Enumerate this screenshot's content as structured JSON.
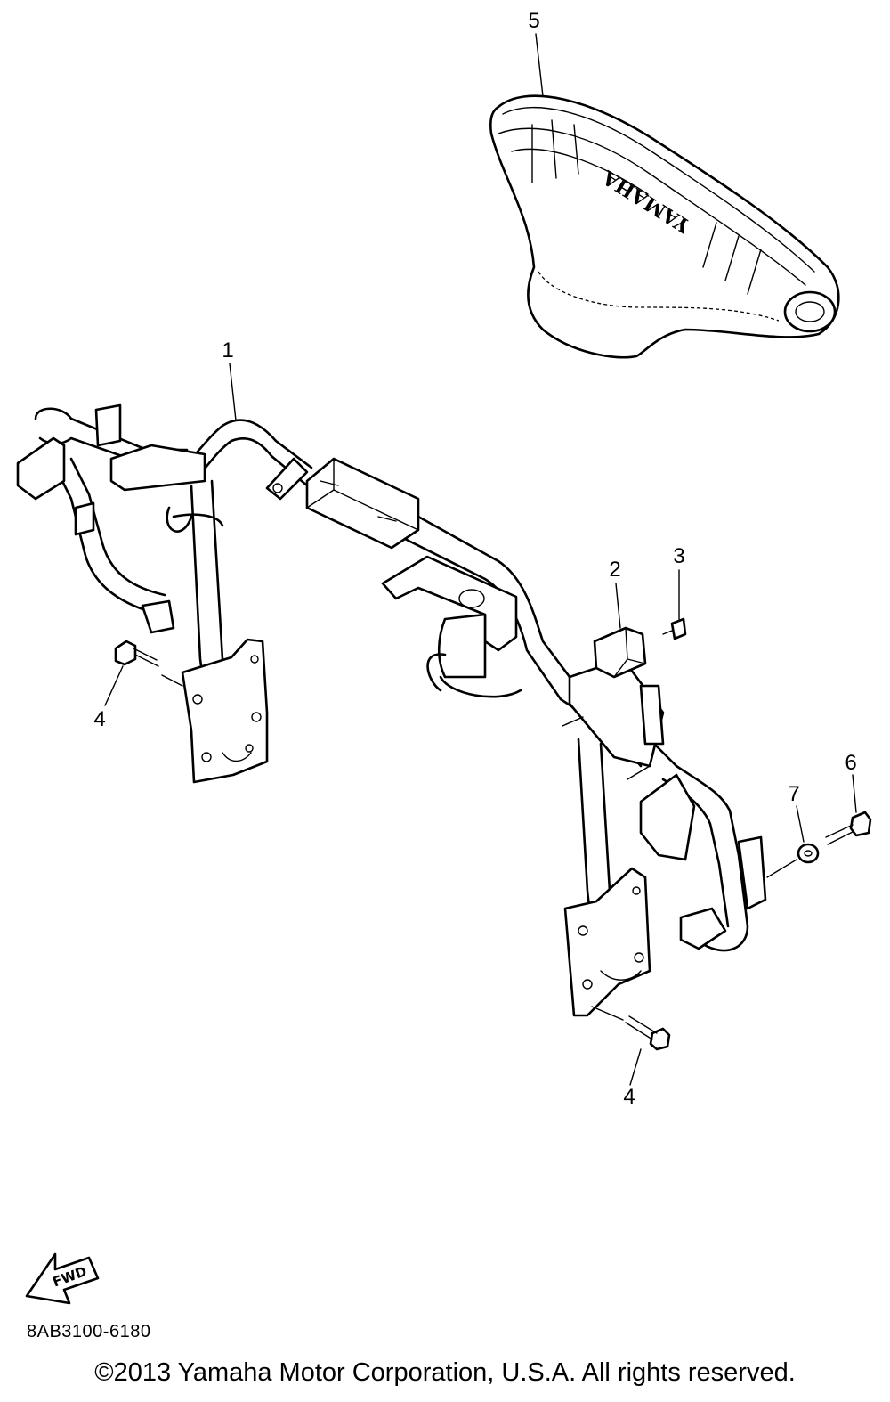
{
  "diagram": {
    "callouts": [
      {
        "id": "1",
        "label": "1"
      },
      {
        "id": "2",
        "label": "2"
      },
      {
        "id": "3",
        "label": "3"
      },
      {
        "id": "4a",
        "label": "4"
      },
      {
        "id": "4b",
        "label": "4"
      },
      {
        "id": "5",
        "label": "5"
      },
      {
        "id": "6",
        "label": "6"
      },
      {
        "id": "7",
        "label": "7"
      }
    ],
    "seat_logo": "YAMAHA",
    "fwd_label": "FWD",
    "part_code": "8AB3100-6180",
    "copyright": "©2013 Yamaha Motor Corporation, U.S.A. All rights reserved."
  }
}
